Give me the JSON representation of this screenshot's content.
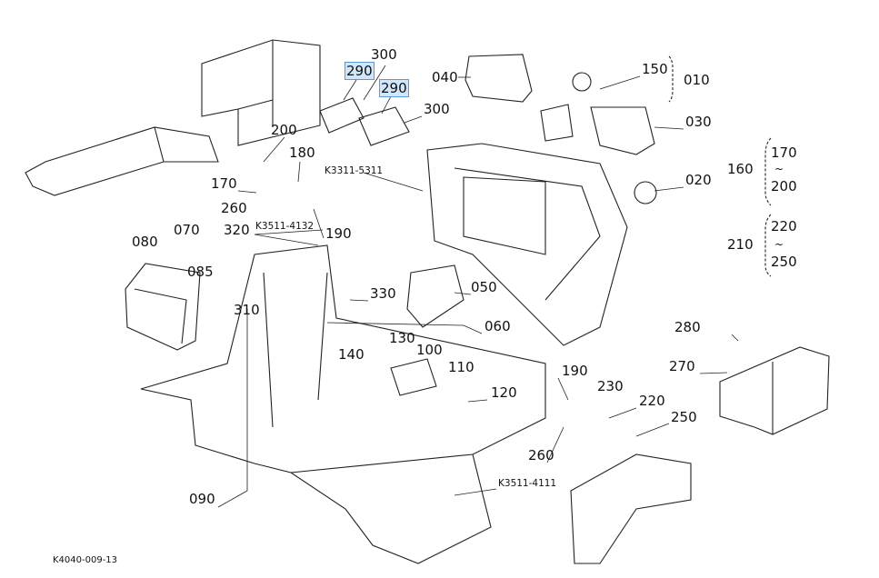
{
  "diagram": {
    "code": "K4040-009-13",
    "highlight_color": "#cfe6fb",
    "highlight_border": "#5a9bd5",
    "callouts": [
      {
        "label": "300",
        "highlighted": false
      },
      {
        "label": "290",
        "highlighted": true
      },
      {
        "label": "290",
        "highlighted": true
      },
      {
        "label": "300",
        "highlighted": false
      },
      {
        "label": "040",
        "highlighted": false
      },
      {
        "label": "150",
        "highlighted": false
      },
      {
        "label": "010",
        "highlighted": false
      },
      {
        "label": "030",
        "highlighted": false
      },
      {
        "label": "170",
        "highlighted": false
      },
      {
        "label": "160",
        "highlighted": false
      },
      {
        "label": "200",
        "highlighted": false
      },
      {
        "label": "020",
        "highlighted": false
      },
      {
        "label": "220",
        "highlighted": false
      },
      {
        "label": "210",
        "highlighted": false
      },
      {
        "label": "250",
        "highlighted": false
      },
      {
        "label": "200",
        "highlighted": false
      },
      {
        "label": "180",
        "highlighted": false
      },
      {
        "label": "170",
        "highlighted": false
      },
      {
        "label": "260",
        "highlighted": false
      },
      {
        "label": "190",
        "highlighted": false
      },
      {
        "label": "080",
        "highlighted": false
      },
      {
        "label": "070",
        "highlighted": false
      },
      {
        "label": "320",
        "highlighted": false
      },
      {
        "label": "085",
        "highlighted": false
      },
      {
        "label": "050",
        "highlighted": false
      },
      {
        "label": "330",
        "highlighted": false
      },
      {
        "label": "310",
        "highlighted": false
      },
      {
        "label": "060",
        "highlighted": false
      },
      {
        "label": "280",
        "highlighted": false
      },
      {
        "label": "270",
        "highlighted": false
      },
      {
        "label": "130",
        "highlighted": false
      },
      {
        "label": "100",
        "highlighted": false
      },
      {
        "label": "140",
        "highlighted": false
      },
      {
        "label": "110",
        "highlighted": false
      },
      {
        "label": "120",
        "highlighted": false
      },
      {
        "label": "190",
        "highlighted": false
      },
      {
        "label": "230",
        "highlighted": false
      },
      {
        "label": "220",
        "highlighted": false
      },
      {
        "label": "250",
        "highlighted": false
      },
      {
        "label": "260",
        "highlighted": false
      },
      {
        "label": "090",
        "highlighted": false
      }
    ],
    "references": [
      "K3311-5311",
      "K3511-4132",
      "K3511-4111"
    ],
    "range_separator": "~"
  }
}
